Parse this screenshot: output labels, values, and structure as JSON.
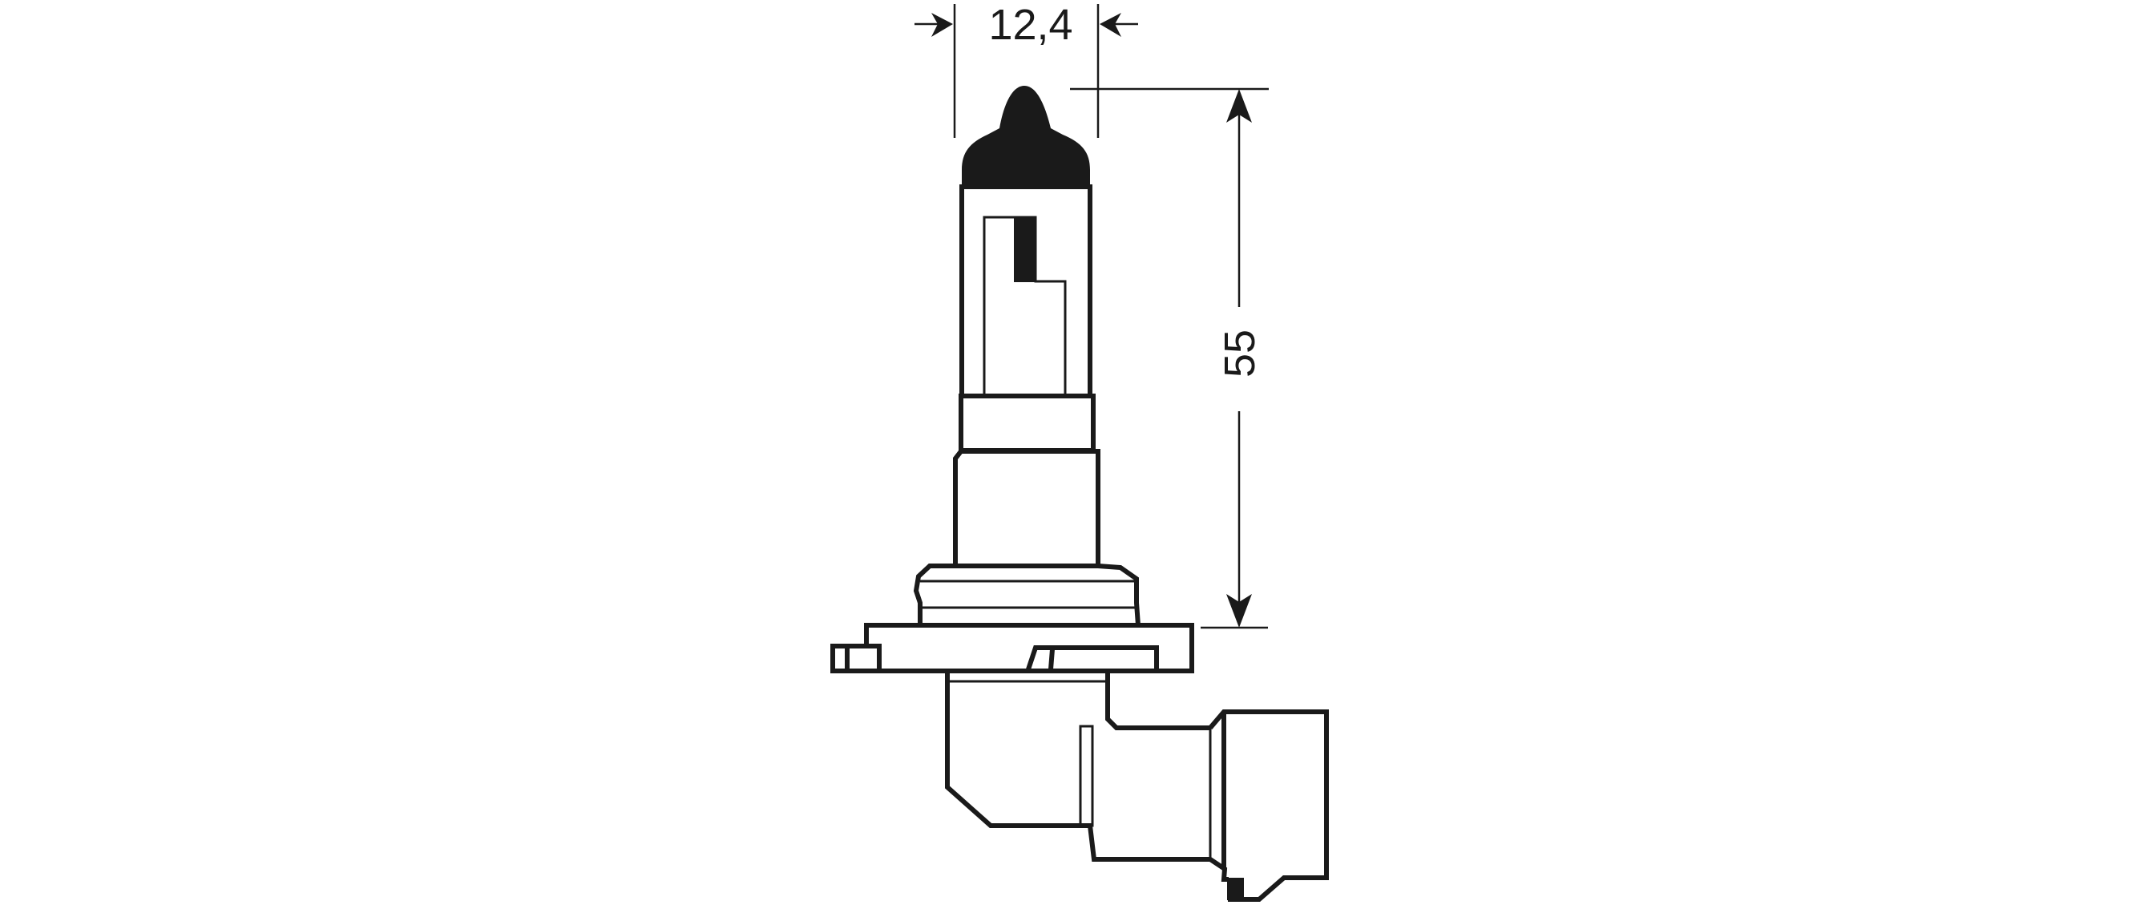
{
  "figure": {
    "subject": "HB3 / 9005-style halogen bulb technical drawing",
    "colors": {
      "line": "#1a1a1a",
      "background": "#ffffff"
    }
  },
  "dimensions": {
    "width": {
      "label": "12,4",
      "orientation": "horizontal"
    },
    "height": {
      "label": "55",
      "orientation": "vertical"
    }
  },
  "parts": [
    {
      "name": "glass-capsule",
      "label": ""
    },
    {
      "name": "black-cap",
      "label": ""
    },
    {
      "name": "filament-shield",
      "label": ""
    },
    {
      "name": "collar",
      "label": ""
    },
    {
      "name": "base",
      "label": ""
    },
    {
      "name": "flange",
      "label": ""
    },
    {
      "name": "mounting-plate",
      "label": ""
    },
    {
      "name": "housing",
      "label": ""
    },
    {
      "name": "connector",
      "label": ""
    }
  ]
}
